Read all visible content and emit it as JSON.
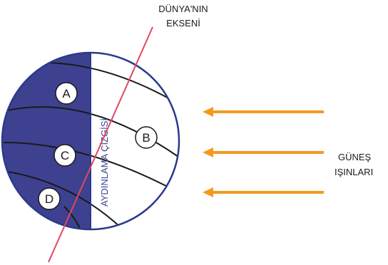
{
  "labels": {
    "axis_line1": "DÜNYA'NIN",
    "axis_line2": "EKSENİ",
    "sun_line1": "GÜNEŞ",
    "sun_line2": "IŞINLARI",
    "terminator": "AYDINLAMA ÇİZGİSİ"
  },
  "points": [
    "A",
    "B",
    "C",
    "D"
  ],
  "colors": {
    "night": "#3d418f",
    "outline": "#2b3a8c",
    "axis": "#e2475f",
    "rays": "#f39a1e",
    "text": "#1a1a1a",
    "terminator_text": "#3d418f"
  },
  "icons": [
    "sun-ray-arrow"
  ]
}
